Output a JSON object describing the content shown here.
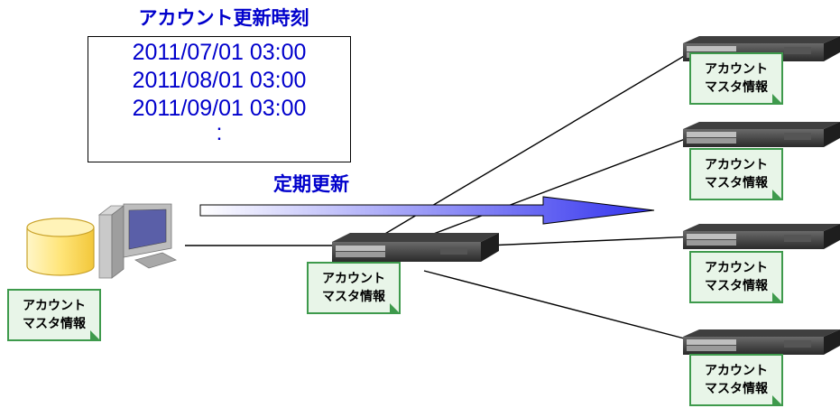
{
  "schedule": {
    "title": "アカウント更新時刻",
    "entries": [
      "2011/07/01 03:00",
      "2011/08/01 03:00",
      "2011/09/01 03:00",
      ":"
    ]
  },
  "periodic_update_label": "定期更新",
  "account_note": {
    "line1": "アカウント",
    "line2": "マスタ情報"
  },
  "colors": {
    "heading_text": "#0000cc",
    "note_fill": "#e8f5e8",
    "note_border": "#3e9a4c",
    "arrow_start": "#ffffff",
    "arrow_end": "#3333ee",
    "database": "#ffd84a"
  },
  "icons": {
    "database": "database-icon",
    "pc": "pc-icon",
    "switch": "network-switch-icon"
  }
}
